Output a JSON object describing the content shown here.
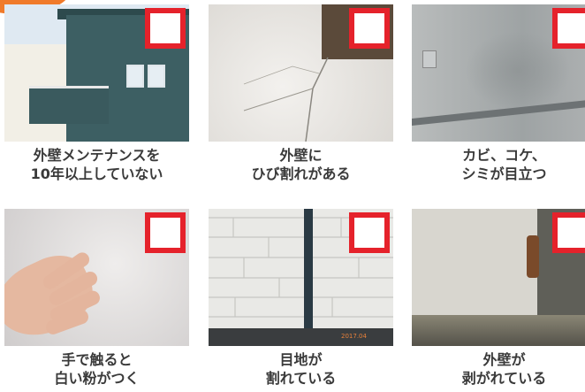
{
  "cards": [
    {
      "caption_line1": "外壁メンテナンスを",
      "caption_line2": "10年以上していない",
      "photo": "house-exterior"
    },
    {
      "caption_line1": "外壁に",
      "caption_line2": "ひび割れがある",
      "photo": "cracked-wall"
    },
    {
      "caption_line1": "カビ、コケ、",
      "caption_line2": "シミが目立つ",
      "photo": "stained-wall"
    },
    {
      "caption_line1": "手で触ると",
      "caption_line2": "白い粉がつく",
      "photo": "chalking-hand"
    },
    {
      "caption_line1": "目地が",
      "caption_line2": "割れている",
      "photo": "siding-joints"
    },
    {
      "caption_line1": "外壁が",
      "caption_line2": "剥がれている",
      "photo": "peeling-wall"
    }
  ],
  "photo5_stamp": "2017.04",
  "colors": {
    "accent": "#f07a2a",
    "checkbox_border": "#e5222b",
    "caption_text": "#3a3a3a"
  }
}
